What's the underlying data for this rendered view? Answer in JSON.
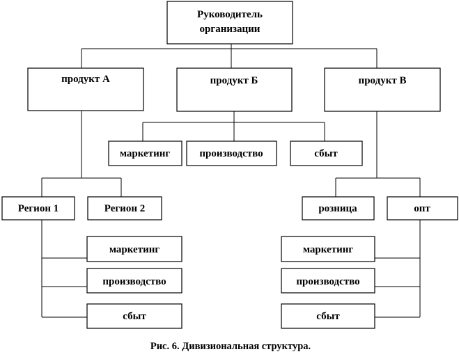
{
  "diagram": {
    "root": {
      "line1": "Руководитель",
      "line2": "организации"
    },
    "divisions": [
      {
        "label": "продукт А"
      },
      {
        "label": "продукт Б"
      },
      {
        "label": "продукт В"
      }
    ],
    "product_b_functions": [
      "маркетинг",
      "производство",
      "сбыт"
    ],
    "product_a_units": [
      "Регион 1",
      "Регион 2"
    ],
    "region1_functions": [
      "маркетинг",
      "производство",
      "сбыт"
    ],
    "product_c_units": [
      "розница",
      "опт"
    ],
    "wholesale_functions": [
      "маркетинг",
      "производство",
      "сбыт"
    ],
    "caption": "Рис. 6. Дивизиональная структура."
  }
}
